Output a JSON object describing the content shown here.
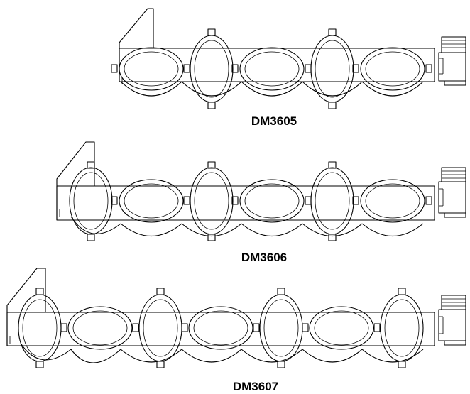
{
  "figure": {
    "background": "#ffffff",
    "line_color": "#000000",
    "assemblies": [
      {
        "label": "DM3605",
        "upright_cells": 2,
        "horizontal_cells": 3
      },
      {
        "label": "DM3606",
        "upright_cells": 3,
        "horizontal_cells": 3
      },
      {
        "label": "DM3607",
        "upright_cells": 4,
        "horizontal_cells": 3
      }
    ]
  }
}
